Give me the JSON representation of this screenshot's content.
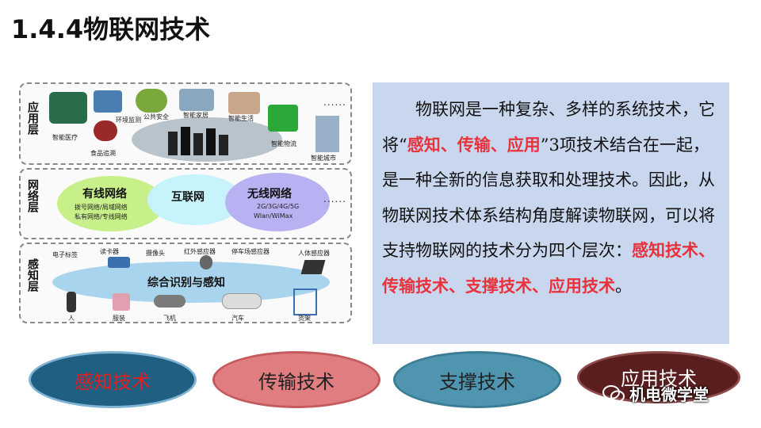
{
  "title": "1.4.4物联网技术",
  "diagram": {
    "layers": [
      {
        "label": "应用层",
        "items": [
          "环境监测",
          "公共安全",
          "智能家居",
          "智能生活",
          "智能医疗",
          "食品追溯",
          "智能物流",
          "智能城市"
        ],
        "dots": "......"
      },
      {
        "label": "网络层",
        "wired": "有线网络",
        "wired_sub1": "拨号网络/局域网络",
        "wired_sub2": "私有网络/专线网络",
        "internet": "互联网",
        "wireless": "无线网络",
        "wireless_sub1": "2G/3G/4G/5G",
        "wireless_sub2": "Wlan/WiMax",
        "dots": "......"
      },
      {
        "label": "感知层",
        "center": "综合识别与感知",
        "items_top": [
          "电子标签",
          "读卡器",
          "摄像头",
          "红外感应器",
          "停车场感应器",
          "人体感应器"
        ],
        "items_bottom": [
          "人",
          "服装",
          "飞机",
          "汽车",
          "货架"
        ]
      }
    ]
  },
  "textbox": {
    "p_a": "物联网是一种复杂、多样的系统技术，它将“",
    "hl_a": "感知、传输、应用",
    "p_b": "”3项技术结合在一起，是一种全新的信息获取和处理技术。因此，从物联网技术体系结构角度解读物联网，可以将支持物联网的技术分为四个层次：",
    "hl_b": "感知技术、传输技术、支撑技术、应用技术",
    "p_c": "。"
  },
  "pills": [
    "感知技术",
    "传输技术",
    "支撑技术",
    "应用技术"
  ],
  "watermark": "机电微学堂"
}
